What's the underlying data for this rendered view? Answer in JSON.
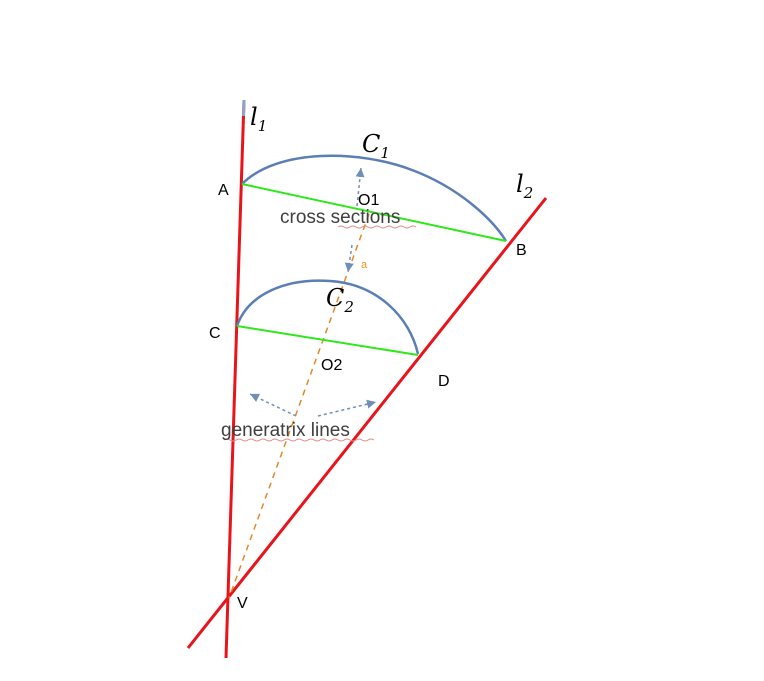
{
  "diagram": {
    "lines": {
      "l1": {
        "name": "l",
        "sub": "1"
      },
      "l2": {
        "name": "l",
        "sub": "2"
      }
    },
    "curves": {
      "c1": {
        "name": "C",
        "sub": "1"
      },
      "c2": {
        "name": "C",
        "sub": "2"
      }
    },
    "points": {
      "A": "A",
      "B": "B",
      "C": "C",
      "D": "D",
      "V": "V",
      "O1": "O1",
      "O2": "O2"
    },
    "annotations": {
      "cross_sections": "cross sections",
      "generatrix_lines": "generatrix lines",
      "a": "a"
    },
    "colors": {
      "generatrix": "#e8141a",
      "cross_section": "#2ee81a",
      "curve": "#5a7fb5",
      "axis": "#e0892a",
      "arrow": "#6e8fb8",
      "underline": "#e28b8b"
    }
  }
}
